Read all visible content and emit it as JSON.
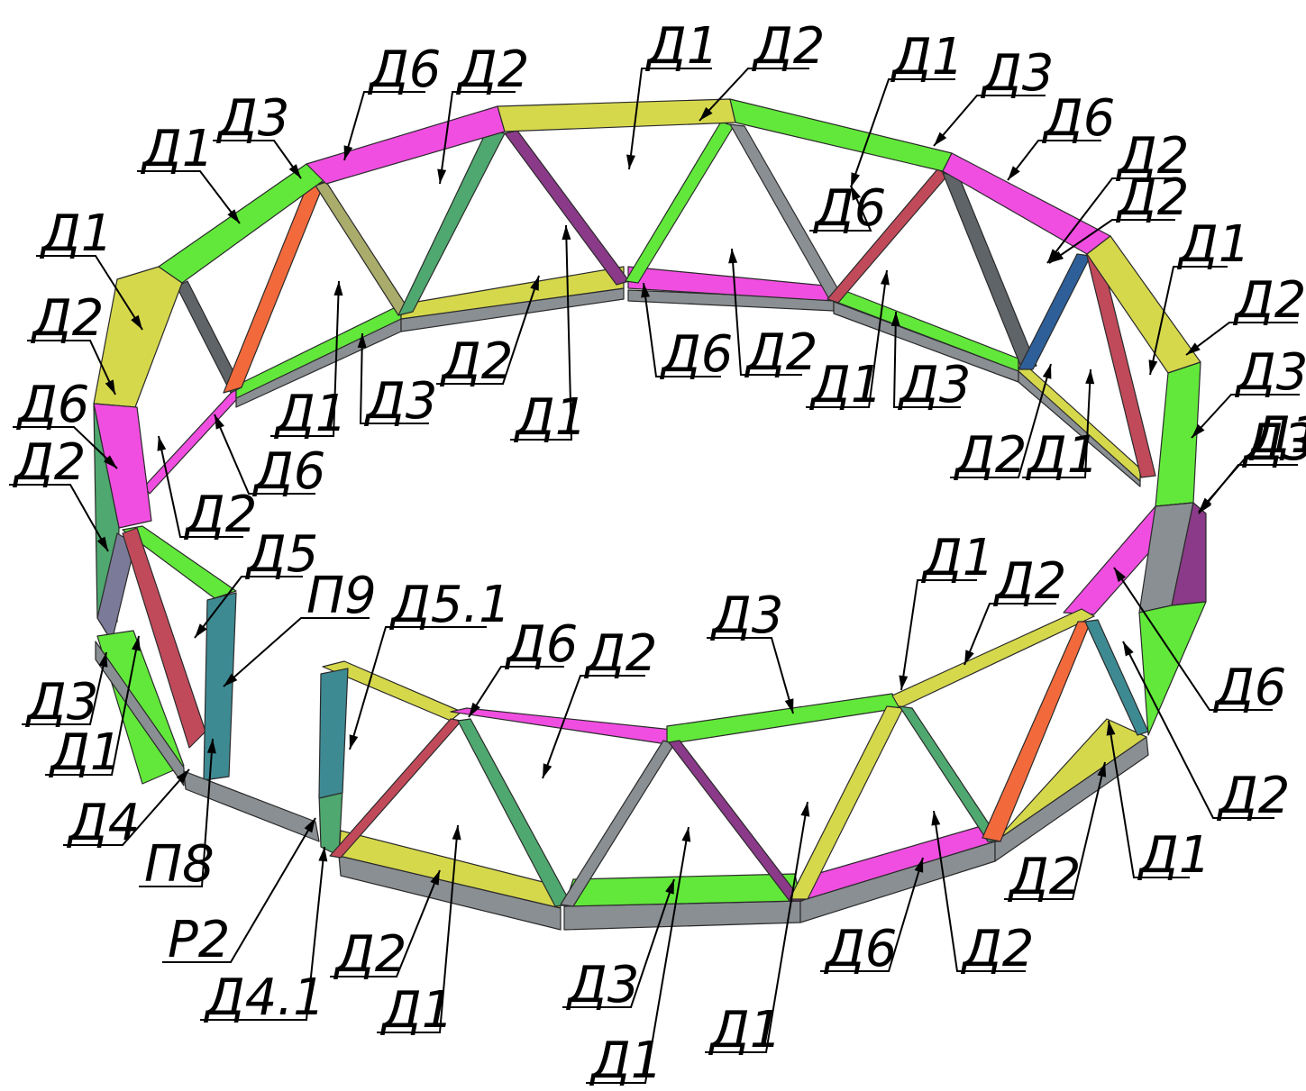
{
  "colors": {
    "magenta": "#f04ee0",
    "yellow": "#d6d84c",
    "green": "#62e83a",
    "orange": "#f26a3c",
    "grey": "#8a8f93",
    "dark_grey": "#5f6468",
    "teal": "#3e8a93",
    "red": "#c14a5a",
    "purple": "#8a3a88",
    "sea_green": "#4fa86f",
    "olive": "#a9ac6a",
    "blue": "#2e5f99",
    "bottom": "#9a9ea6"
  },
  "labels": {
    "l01": "Д1",
    "l02": "Д2",
    "l03": "Д1",
    "l04": "Д3",
    "l05": "Д6",
    "l06": "Д2",
    "l07": "Д3",
    "l08": "Д6",
    "l09": "Д2",
    "l10": "Д1",
    "l11": "Д1",
    "l12": "Д2",
    "l13": "Д6",
    "l14": "Д2",
    "l15": "Д3",
    "l16": "Д1",
    "l17": "Д1",
    "l18": "Д2",
    "l19": "Д6",
    "l20": "Д2",
    "l21": "Д3",
    "l22": "Д1",
    "l23": "Д1",
    "l24": "Д3",
    "l25": "Д2",
    "l26": "Д1",
    "l27": "Д2",
    "l28": "Д6",
    "l29": "Д3",
    "l30": "Д2",
    "l31": "Д6",
    "l32": "Д2",
    "l33": "Д5",
    "l34": "П9",
    "l35": "Д5.1",
    "l36": "Д6",
    "l37": "Д2",
    "l38": "Д3",
    "l39": "Д1",
    "l40": "Д2",
    "l41": "Д1",
    "l42": "Д3",
    "l43": "Д1",
    "l44": "Д4",
    "l45": "П8",
    "l46": "Р2",
    "l47": "Д4.1",
    "l48": "Д2",
    "l49": "Д1",
    "l50": "Д3",
    "l51": "Д1",
    "l52": "Д1",
    "l53": "Д6",
    "l54": "Д2",
    "l55": "Д2",
    "l56": "Д1",
    "l57": "Д2",
    "l58": "Д6"
  }
}
